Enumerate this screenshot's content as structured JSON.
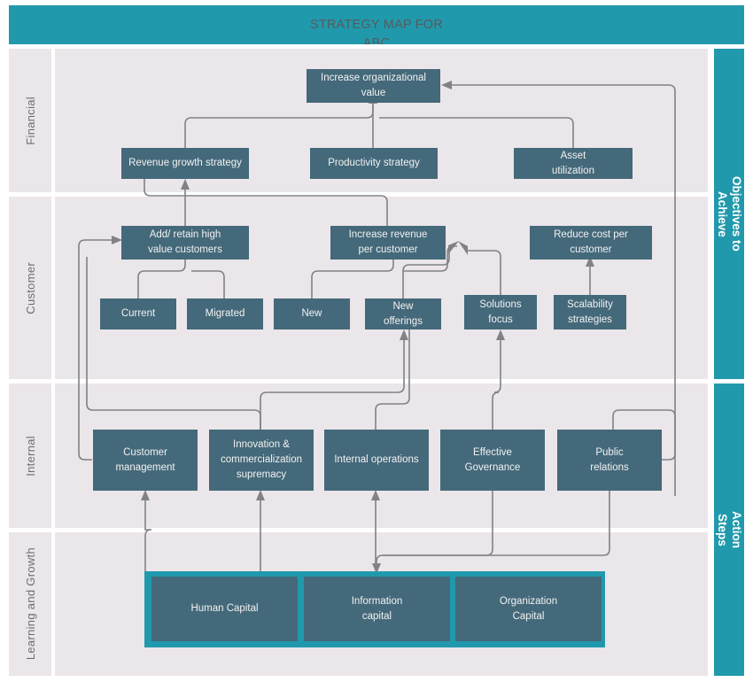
{
  "header": {
    "title": "STRATEGY MAP FOR ABC",
    "title_line1": "STRATEGY MAP FOR",
    "title_line2": "ABC",
    "background": "#2199ac",
    "text_color": "#595a5c"
  },
  "colors": {
    "teal": "#2199ac",
    "node_fill": "#44697a",
    "band": "#ebe6ea",
    "connector": "#808285",
    "node_text": "#f2f2f2",
    "band_label_text": "#6d6e71"
  },
  "perspectives": [
    {
      "id": "financial",
      "label": "Financial"
    },
    {
      "id": "customer",
      "label": "Customer"
    },
    {
      "id": "internal",
      "label": "Internal"
    },
    {
      "id": "learning-growth",
      "label": "Learning and Growth"
    }
  ],
  "side_rail": [
    {
      "id": "objectives",
      "label": "Objectives to\nAchieve",
      "line1": "Objectives to",
      "line2": "Achieve"
    },
    {
      "id": "action-steps",
      "label": "Action\nSteps",
      "line1": "Action",
      "line2": "Steps"
    }
  ],
  "nodes": {
    "increase_org_value": "Increase organizational\nvalue",
    "revenue_growth": "Revenue growth strategy",
    "productivity": "Productivity strategy",
    "asset_utilization": "Asset\nutilization",
    "add_retain": "Add/ retain high\nvalue customers",
    "increase_revenue": "Increase revenue\nper customer",
    "reduce_cost": "Reduce cost per\ncustomer",
    "current": "Current",
    "migrated": "Migrated",
    "new": "New",
    "new_offerings": "New\nofferings",
    "solutions_focus": "Solutions\nfocus",
    "scalability": "Scalability\nstrategies",
    "customer_management": "Customer\nmanagement",
    "innovation": "Innovation &\ncommercialization\nsupremacy",
    "internal_operations": "Internal operations",
    "effective_governance": "Effective\nGovernance",
    "public_relations": "Public\nrelations",
    "human_capital": "Human Capital",
    "information_capital": "Information\ncapital",
    "organization_capital": "Organization\nCapital"
  },
  "diagram": {
    "type": "strategy-map",
    "rows": 4,
    "connector_style": "orthogonal-rounded-arrow"
  }
}
